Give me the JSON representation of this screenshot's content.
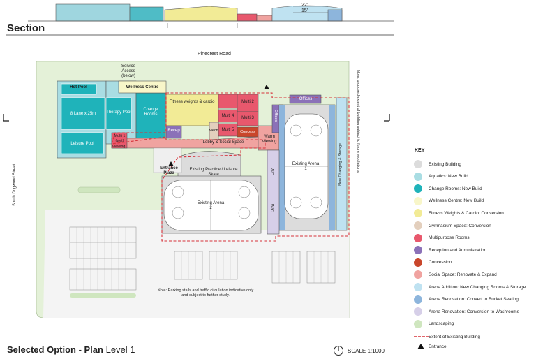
{
  "section": {
    "title": "Section",
    "dim_top": "22'",
    "dim_bottom": "15'"
  },
  "plan": {
    "title_bold": "Selected Option - Plan",
    "title_level": "Level 1",
    "scale": "SCALE 1:1000",
    "road_north": "Pinecrest Road",
    "road_west": "South Dogwood Street",
    "service_access": "Service Access (below)",
    "regulation_note": "Note: proposed extent of building subject to future regulations",
    "parking_note": "Note: Parking stalls and traffic circulation indicative only and subject to further study.",
    "rooms": {
      "hot_pool": "Hot Pool",
      "lane_pool": "8 Lane x 25m",
      "therapy_pool": "Therapy Pool",
      "leisure_pool": "Leisure Pool",
      "wellness": "Wellness Centre",
      "change_rooms": "Change Rooms",
      "fitness": "Fitness weights & cardio",
      "multi1": "Multi 1 (wet)",
      "viewing_left": "Viewing",
      "recep": "Recep",
      "mech": "Mech",
      "multi2": "Multi 2",
      "multi3": "Multi 3",
      "multi4": "Multi 4",
      "multi5": "Multi 5",
      "concess": "Concess",
      "lobby": "Lobby & Social Space",
      "offices_top": "Offices",
      "offices_side": "Offices",
      "warm_viewing": "Warm Viewing",
      "wc1": "W/C",
      "wc2": "W/C",
      "entrance_plaza": "Entrance Plaza",
      "practice": "Existing Practice / Leisure Skate",
      "arena2": "Existing Arena 2",
      "arena1": "Existing Arena 1",
      "new_changing": "New Changing & Storage"
    }
  },
  "key": {
    "title": "KEY",
    "items": [
      {
        "label": "Existing Building",
        "color": "#dcdcdc"
      },
      {
        "label": "Aquatics: New Build",
        "color": "#a9dde3"
      },
      {
        "label": "Change Rooms: New Build",
        "color": "#1fb3ba"
      },
      {
        "label": "Wellness Centre: New Build",
        "color": "#f8f6c9"
      },
      {
        "label": "Fitness Weights & Cardio: Conversion",
        "color": "#f2eb96"
      },
      {
        "label": "Gymnasium Space: Conversion",
        "color": "#e3cfbd"
      },
      {
        "label": "Multipurpose Rooms",
        "color": "#e8586d"
      },
      {
        "label": "Reception and Administration",
        "color": "#8b71b8"
      },
      {
        "label": "Concession",
        "color": "#c9462b"
      },
      {
        "label": "Social Space: Renovate & Expand",
        "color": "#f0a3a0"
      },
      {
        "label": "Arena Addition: New Changing Rooms & Storage",
        "color": "#bfe2f1"
      },
      {
        "label": "Arena Renovation: Convert to Bucket Seating",
        "color": "#8db5dc"
      },
      {
        "label": "Arena Renovation: Conversion to Washrooms",
        "color": "#d6cfe8"
      },
      {
        "label": "Landscaping",
        "color": "#cfe6bf"
      }
    ],
    "extent_label": "Extent of Existing Building",
    "entrance_label": "Entrance",
    "extent_color": "#d6323a"
  }
}
